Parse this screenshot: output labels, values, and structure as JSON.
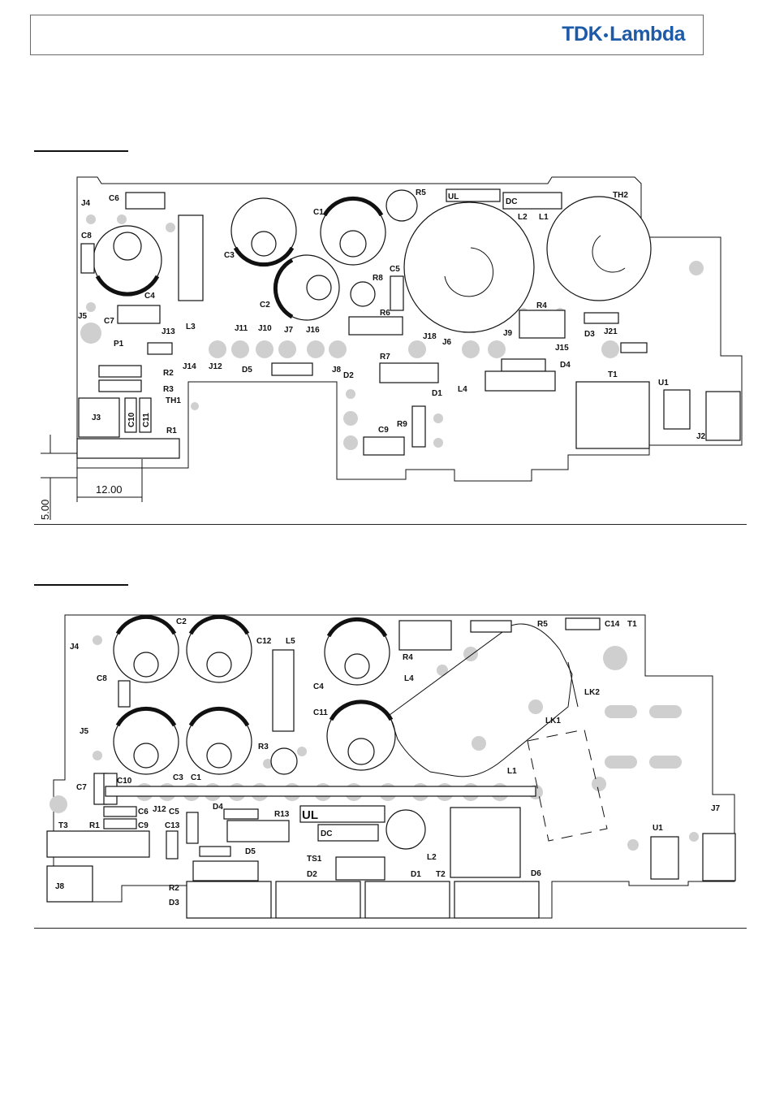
{
  "header": {
    "logo_left": "TDK",
    "logo_right": "Lambda",
    "brand_color": "#1d5aa8"
  },
  "top_board": {
    "labels": {
      "J4": "J4",
      "C6": "C6",
      "C8": "C8",
      "C4": "C4",
      "C7": "C7",
      "J5": "J5",
      "P1": "P1",
      "J13": "J13",
      "L3": "L3",
      "J11": "J11",
      "J10": "J10",
      "J7": "J7",
      "J16": "J16",
      "C3": "C3",
      "C2": "C2",
      "C1": "C1",
      "R5": "R5",
      "UL": "UL",
      "DC": "DC",
      "L2": "L2",
      "L1": "L1",
      "TH2": "TH2",
      "R8": "R8",
      "C5": "C5",
      "R6": "R6",
      "J18": "J18",
      "J6": "J6",
      "R4": "R4",
      "J9": "J9",
      "J15": "J15",
      "D3": "D3",
      "J21": "J21",
      "D4": "D4",
      "J14": "J14",
      "J12": "J12",
      "D5": "D5",
      "J8": "J8",
      "D2": "D2",
      "R7": "R7",
      "D1": "D1",
      "L4": "L4",
      "T1": "T1",
      "U1": "U1",
      "R2": "R2",
      "R3": "R3",
      "TH1": "TH1",
      "J3": "J3",
      "C10": "C10",
      "C11": "C11",
      "R1": "R1",
      "C9": "C9",
      "R9": "R9",
      "J2": "J2"
    },
    "dim_h": "12.00",
    "dim_v": "5.00"
  },
  "bottom_board": {
    "labels": {
      "C2": "C2",
      "C12": "C12",
      "L5": "L5",
      "R5": "R5",
      "C14": "C14",
      "T1": "T1",
      "J4": "J4",
      "C8": "C8",
      "C4": "C4",
      "R4": "R4",
      "L4": "L4",
      "LK2": "LK2",
      "LK1": "LK1",
      "J5": "J5",
      "C11": "C11",
      "R3": "R3",
      "L1": "L1",
      "C7": "C7",
      "C10": "C10",
      "C3": "C3",
      "C1": "C1",
      "J12": "J12",
      "C6": "C6",
      "D4": "D4",
      "R13": "R13",
      "UL": "UL",
      "J7": "J7",
      "T3": "T3",
      "R1": "R1",
      "C9": "C9",
      "C13": "C13",
      "C5": "C5",
      "DC": "DC",
      "U1": "U1",
      "D5": "D5",
      "L2": "L2",
      "J8": "J8",
      "TS1": "TS1",
      "R2": "R2",
      "D2": "D2",
      "D1": "D1",
      "T2": "T2",
      "D6": "D6",
      "D3": "D3"
    }
  }
}
